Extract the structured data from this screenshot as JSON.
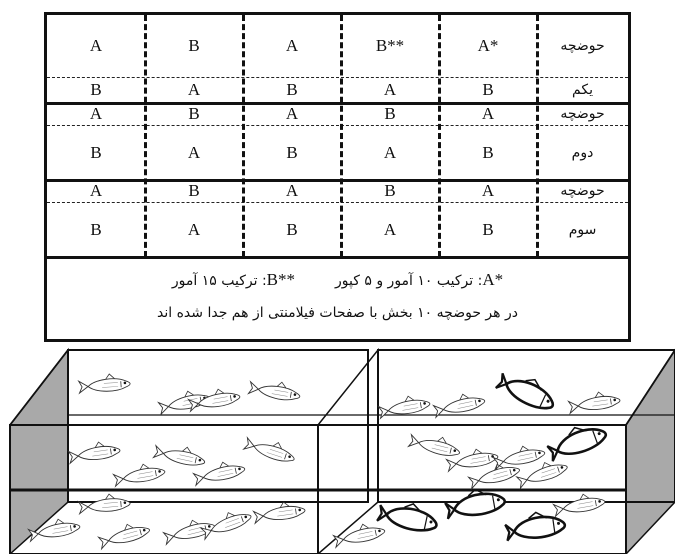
{
  "table": {
    "pools": [
      {
        "label_line1": "حوضچه",
        "label_line2": "یکم",
        "top_row": [
          "A*",
          "B**",
          "A",
          "B",
          "A"
        ],
        "bottom_row": [
          "B",
          "A",
          "B",
          "A",
          "B"
        ]
      },
      {
        "label_line1": "حوضچه",
        "label_line2": "دوم",
        "top_row": [
          "A",
          "B",
          "A",
          "B",
          "A"
        ],
        "bottom_row": [
          "B",
          "A",
          "B",
          "A",
          "B"
        ]
      },
      {
        "label_line1": "حوضچه",
        "label_line2": "سوم",
        "top_row": [
          "A",
          "B",
          "A",
          "B",
          "A"
        ],
        "bottom_row": [
          "B",
          "A",
          "B",
          "A",
          "B"
        ]
      }
    ],
    "legend": {
      "a_marker": "A*",
      "a_text": ": ترکیب ۱۰ آمور و ۵ کپور",
      "b_marker": "B**",
      "b_text": ": ترکیب ۱۵ آمور",
      "note": "در هر حوضچه ۱۰ بخش با صفحات فیلامنتی از هم جدا شده اند"
    }
  },
  "illustration": {
    "fish_types": [
      "grass-carp",
      "common-carp"
    ],
    "colors": {
      "side_panel": "#a9a9a9",
      "outline": "#111111"
    }
  }
}
